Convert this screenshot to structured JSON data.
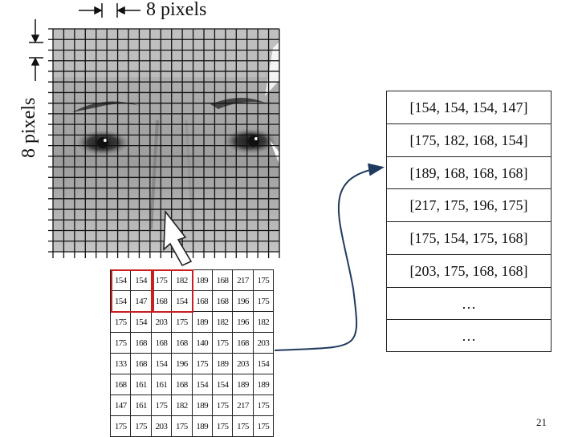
{
  "labels": {
    "top_dimension": "8 pixels",
    "side_dimension": "8 pixels"
  },
  "pixel_grid": {
    "rows": [
      [
        "154",
        "154",
        "175",
        "182",
        "189",
        "168",
        "217",
        "175"
      ],
      [
        "154",
        "147",
        "168",
        "154",
        "168",
        "168",
        "196",
        "175"
      ],
      [
        "175",
        "154",
        "203",
        "175",
        "189",
        "182",
        "196",
        "182"
      ],
      [
        "175",
        "168",
        "168",
        "168",
        "140",
        "175",
        "168",
        "203"
      ],
      [
        "133",
        "168",
        "154",
        "196",
        "175",
        "189",
        "203",
        "154"
      ],
      [
        "168",
        "161",
        "161",
        "168",
        "154",
        "154",
        "189",
        "189"
      ],
      [
        "147",
        "161",
        "175",
        "182",
        "189",
        "175",
        "217",
        "175"
      ],
      [
        "175",
        "175",
        "203",
        "175",
        "189",
        "175",
        "175",
        "175"
      ]
    ]
  },
  "vectors": [
    "[154, 154, 154, 147]",
    "[175, 182, 168, 154]",
    "[189, 168, 168, 168]",
    "[217, 175, 196, 175]",
    "[175, 154, 175, 168]",
    "[203, 175, 168, 168]",
    "…",
    "…"
  ],
  "colors": {
    "highlight": "#c81e1e",
    "arrow": "#1f3a5f",
    "grid": "#111111"
  },
  "page_number": "21"
}
